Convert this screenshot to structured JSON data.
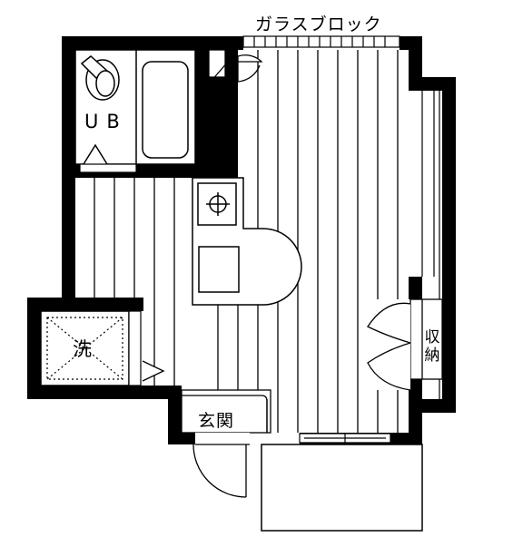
{
  "labels": {
    "glass_block": "ガラスブロック",
    "unit_bath": "UB",
    "washer": "洗",
    "entrance": "玄関",
    "storage": "収納"
  },
  "colors": {
    "wall": "#000000",
    "background": "#ffffff",
    "line": "#000000"
  }
}
